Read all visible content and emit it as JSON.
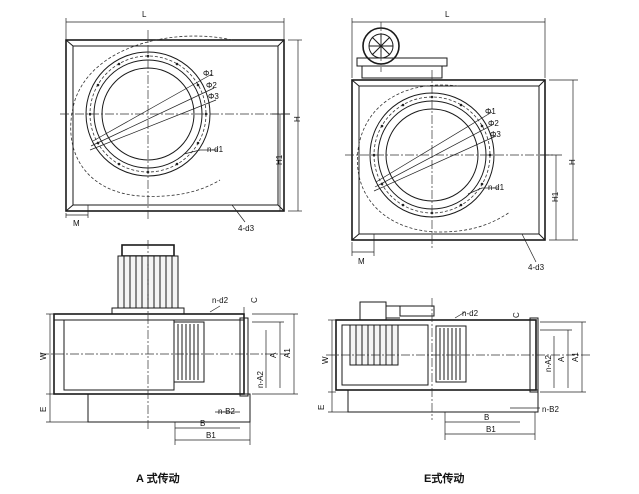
{
  "views": {
    "tl": {
      "L": "L",
      "H": "H",
      "H1": "H1",
      "M": "M",
      "d3": "4-d3",
      "d1": "n-d1",
      "p1": "Φ1",
      "p2": "Φ2",
      "p3": "Φ3"
    },
    "tr": {
      "L": "L",
      "H": "H",
      "H1": "H1",
      "M": "M",
      "d3": "4-d3",
      "d1": "n-d1",
      "p1": "Φ1",
      "p2": "Φ2",
      "p3": "Φ3"
    },
    "bl": {
      "d2": "n-d2",
      "C": "C",
      "W": "W",
      "A": "A",
      "A1": "A1",
      "A2": "n-A2",
      "E": "E",
      "B2": "n-B2",
      "B": "B",
      "B1": "B1"
    },
    "br": {
      "d2": "n-d2",
      "C": "C",
      "W": "W",
      "A": "A",
      "A1": "A1",
      "A2": "n-A2",
      "E": "E",
      "B2": "n-B2",
      "B": "B",
      "B1": "B1"
    }
  },
  "captions": {
    "a": "A 式传动",
    "e": "E式传动"
  }
}
